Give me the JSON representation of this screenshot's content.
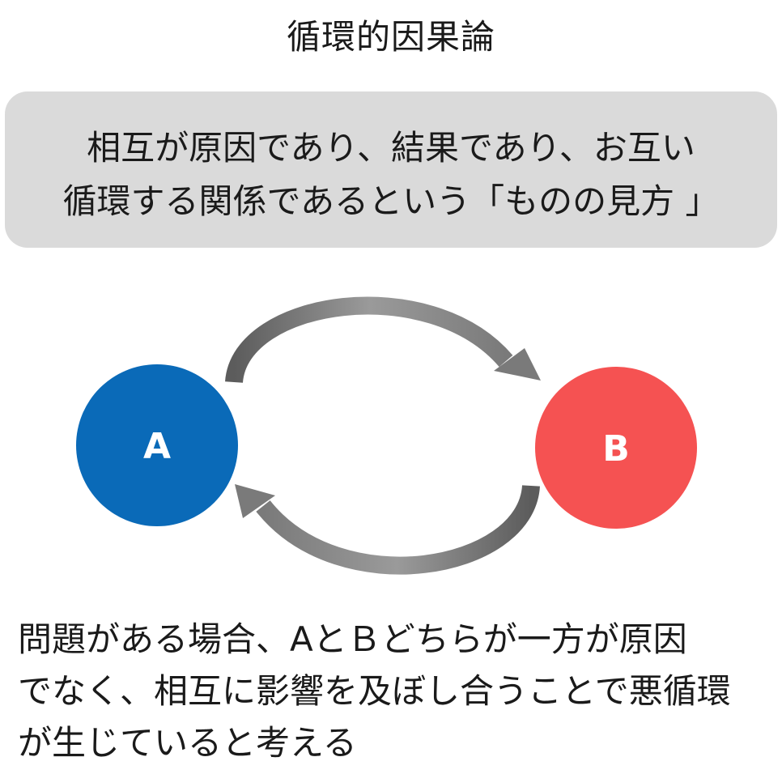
{
  "title": "循環的因果論",
  "definition": {
    "line1": "相互が原因であり、結果であり、お互い",
    "line2": "循環する関係であるという「ものの見方 」"
  },
  "diagram": {
    "node_a": {
      "label": "A",
      "color": "#0a6ab8"
    },
    "node_b": {
      "label": "B",
      "color": "#f55252"
    },
    "arrow_color": "#7a7a7a"
  },
  "conclusion": {
    "line1": "問題がある場合、AとＢどちらが一方が原因",
    "line2": "でなく、相互に影響を及ぼし合うことで悪循環",
    "line3": "が生じていると考える"
  }
}
